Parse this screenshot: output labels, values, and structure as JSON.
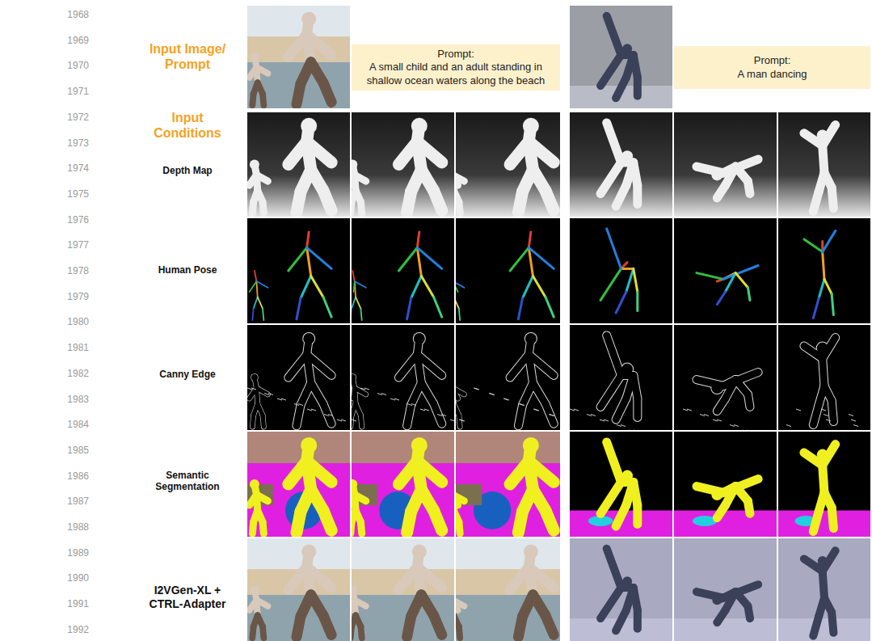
{
  "diagram": {
    "nodes": [
      {
        "text": [
          "Prompt:",
          "A small child and an adult standing in shallow ocean waters along the beach"
        ]
      },
      {
        "text": [
          "Prompt:",
          "A man dancing"
        ]
      }
    ],
    "labels": [
      "1968",
      "1969",
      "1970",
      "1971",
      "1972",
      "1973",
      "1974",
      "1975",
      "1976",
      "1977",
      "1978",
      "1979",
      "1980",
      "1981",
      "1982",
      "1983",
      "1984",
      "1985",
      "1986",
      "1987",
      "1988",
      "1989",
      "1990",
      "1991",
      "1992",
      "Input Image/ Prompt",
      "Input Conditions",
      "Depth Map",
      "Human Pose",
      "Canny Edge",
      "Semantic Segmentation",
      "I2VGen-XL + CTRL-Adapter"
    ]
  }
}
